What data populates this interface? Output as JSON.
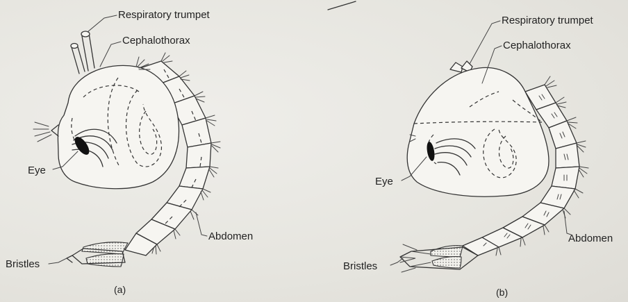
{
  "figure_a": {
    "respiratory_trumpet": "Respiratory trumpet",
    "cephalothorax": "Cephalothorax",
    "eye": "Eye",
    "abdomen": "Abdomen",
    "bristles": "Bristles",
    "caption": "(a)"
  },
  "figure_b": {
    "respiratory_trumpet": "Respiratory trumpet",
    "cephalothorax": "Cephalothorax",
    "eye": "Eye",
    "abdomen": "Abdomen",
    "bristles": "Bristles",
    "caption": "(b)"
  }
}
